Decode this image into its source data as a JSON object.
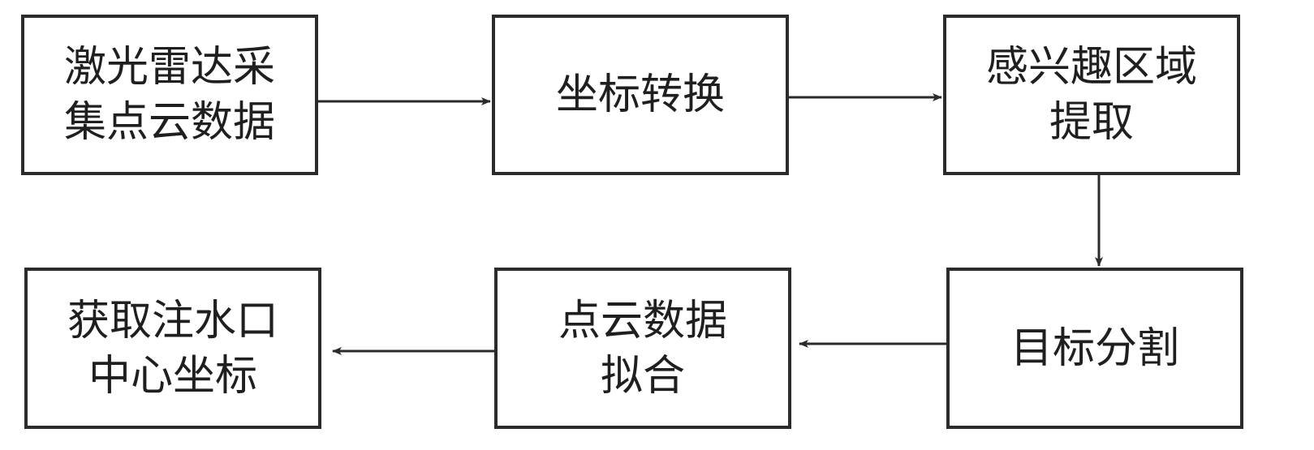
{
  "diagram": {
    "steps": [
      {
        "id": "laser",
        "label": "激光雷达采\n集点云数据"
      },
      {
        "id": "coord",
        "label": "坐标转换"
      },
      {
        "id": "roi",
        "label": "感兴趣区域\n提取"
      },
      {
        "id": "seg",
        "label": "目标分割"
      },
      {
        "id": "fit",
        "label": "点云数据\n拟合"
      },
      {
        "id": "out",
        "label": "获取注水口\n中心坐标"
      }
    ],
    "connections": [
      {
        "from": "laser",
        "to": "coord"
      },
      {
        "from": "coord",
        "to": "roi"
      },
      {
        "from": "roi",
        "to": "seg"
      },
      {
        "from": "seg",
        "to": "fit"
      },
      {
        "from": "fit",
        "to": "out"
      }
    ],
    "colors": {
      "line": "#2b2b2b",
      "text": "#1f1f1f",
      "background": "#ffffff"
    }
  }
}
